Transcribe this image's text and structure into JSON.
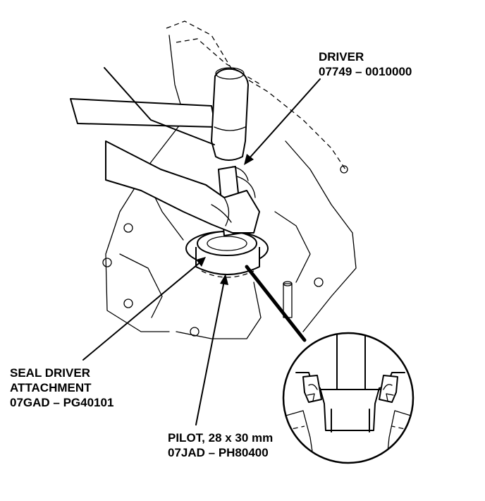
{
  "labels": {
    "driver": {
      "name": "DRIVER",
      "part": "07749 – 0010000"
    },
    "seal_driver": {
      "line1": "SEAL DRIVER",
      "line2": "ATTACHMENT",
      "part": "07GAD – PG40101"
    },
    "pilot": {
      "name": "PILOT, 28 x 30 mm",
      "part": "07JAD – PH80400"
    }
  },
  "colors": {
    "ink": "#000000",
    "paper": "#ffffff"
  }
}
